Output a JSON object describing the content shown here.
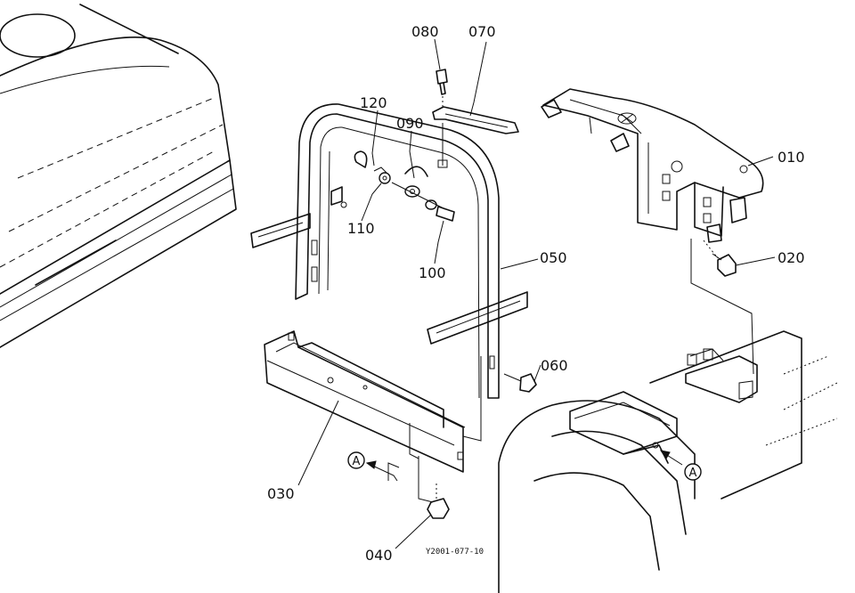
{
  "parts": [
    {
      "id": "010",
      "label": "010"
    },
    {
      "id": "020",
      "label": "020"
    },
    {
      "id": "030",
      "label": "030"
    },
    {
      "id": "040",
      "label": "040"
    },
    {
      "id": "050",
      "label": "050"
    },
    {
      "id": "060",
      "label": "060"
    },
    {
      "id": "070",
      "label": "070"
    },
    {
      "id": "080",
      "label": "080"
    },
    {
      "id": "090",
      "label": "090"
    },
    {
      "id": "100",
      "label": "100"
    },
    {
      "id": "110",
      "label": "110"
    },
    {
      "id": "120",
      "label": "120"
    }
  ],
  "callouts": {
    "left": "A",
    "right": "A"
  },
  "reference_code": "Y2001-077-10"
}
